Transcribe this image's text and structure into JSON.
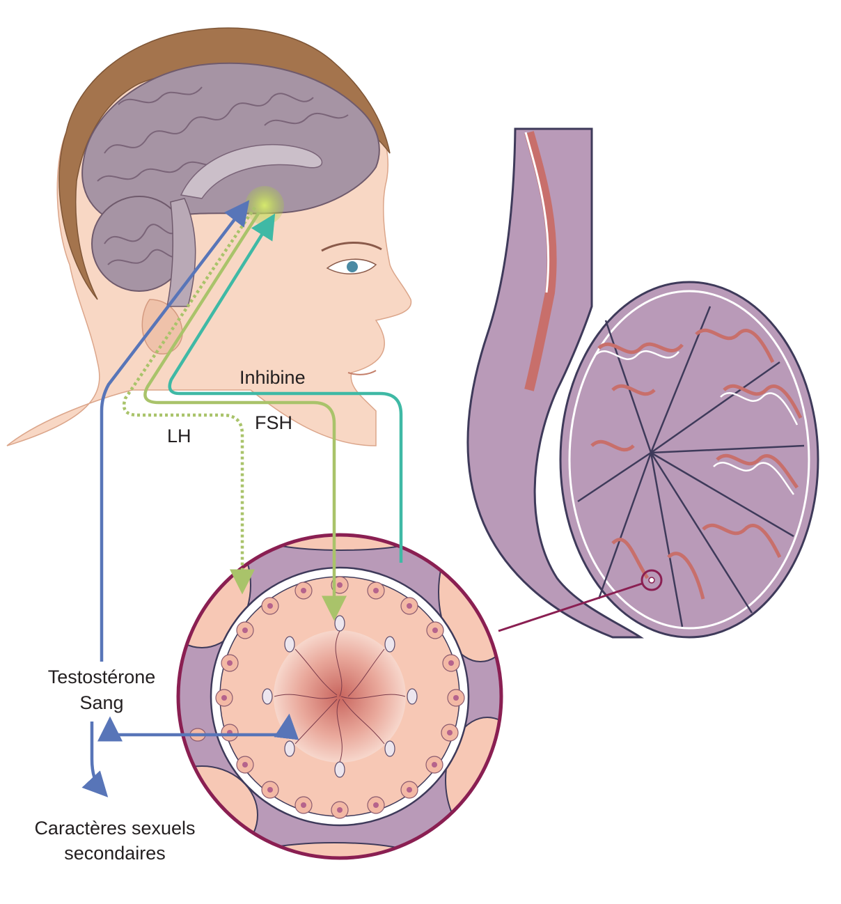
{
  "labels": {
    "inhibine": "Inhibine",
    "fsh": "FSH",
    "lh": "LH",
    "testosterone": "Testostérone",
    "sang": "Sang",
    "caracteres_line1": "Caractères sexuels",
    "caracteres_line2": "secondaires"
  },
  "colors": {
    "lh_arrow": "#a9c36a",
    "fsh_arrow": "#a9c36a",
    "inhibine_arrow": "#3fb9a5",
    "testosterone_arrow": "#5875b8",
    "lens_border": "#8a1f52",
    "skin": "#f8d7c4",
    "hair": "#a4744d",
    "brain": "#9e8a9a",
    "testis_tissue": "#b99ab8",
    "tubule": "#c86f6b"
  },
  "icons": {
    "hypothalamus_pituitary": "glowing-green-circle",
    "zoom_marker": "circle-icon"
  }
}
